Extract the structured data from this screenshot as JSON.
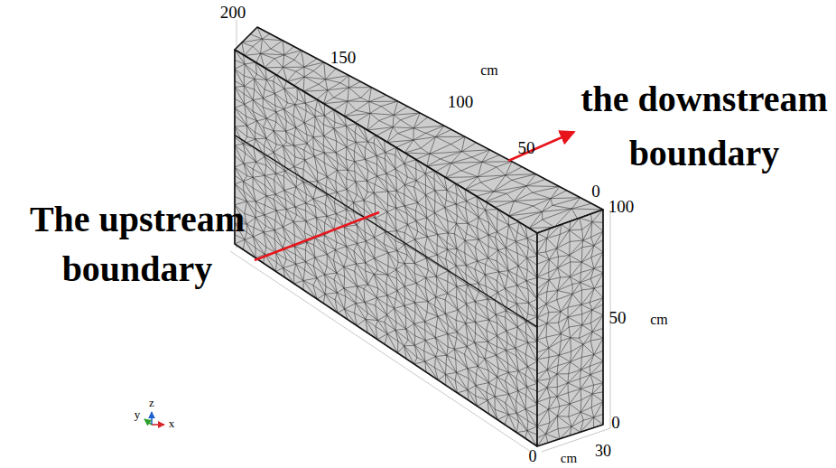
{
  "diagram": {
    "labels": [
      "200",
      "150",
      "cm",
      "100",
      "50",
      "0",
      "The upstream boundary",
      "the downstream boundary",
      "100",
      "50",
      "cm",
      "0",
      "30",
      "0",
      "cm",
      "y",
      "z",
      "x"
    ]
  }
}
